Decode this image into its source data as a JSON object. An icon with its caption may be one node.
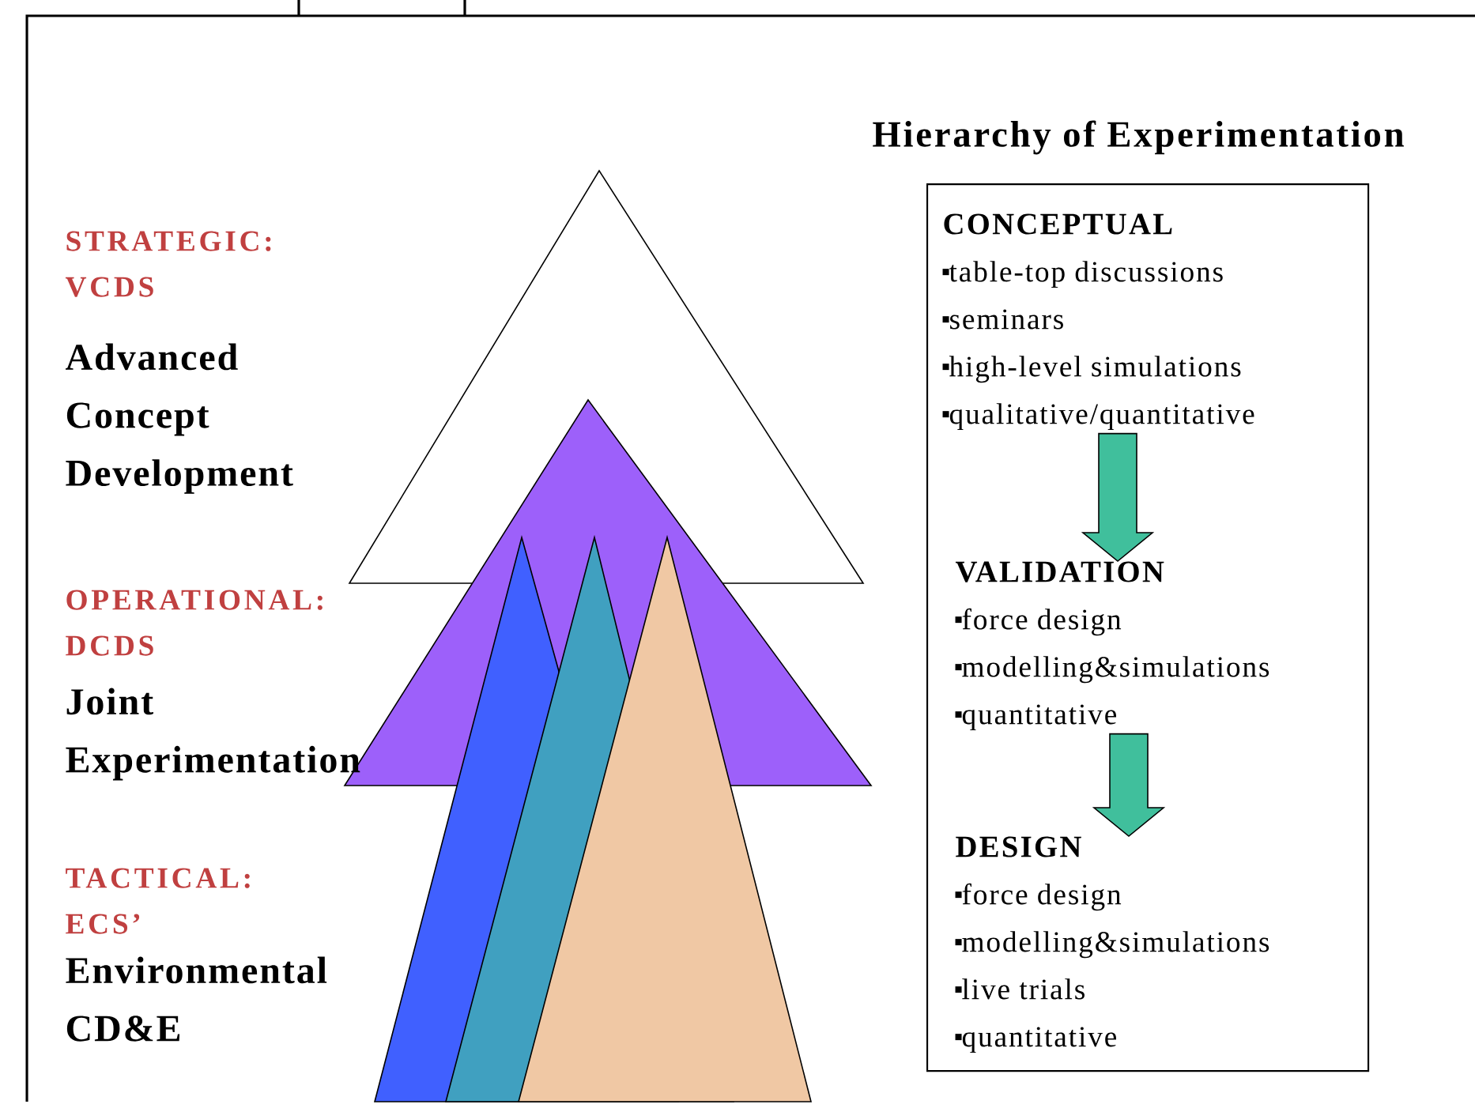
{
  "diagram": {
    "title": "Hierarchy of Experimentation",
    "nodes": [
      {
        "text": [],
        "shape": "box"
      },
      {
        "text": [
          "CONCEPTUAL",
          "table-top discussions",
          "seminars",
          "high-level simulations",
          "qualitative/quantitative"
        ],
        "in": 0
      },
      {
        "text": [
          "VALIDATION",
          "force design",
          "modelling&simulations",
          "quantitative"
        ],
        "in": 0
      },
      {
        "text": [
          "DESIGN",
          "force design",
          "modelling&simulations",
          "live trials",
          "quantitative"
        ],
        "in": 0
      }
    ],
    "edges": [
      {
        "from": 1,
        "to": 2,
        "arrow": "to"
      },
      {
        "from": 2,
        "to": 3,
        "arrow": "to"
      }
    ],
    "labels": [
      "STRATEGIC: VCDS",
      "Advanced Concept Development",
      "OPERATIONAL: DCDS",
      "Joint Experimentation",
      "TACTICAL: ECS’",
      "Environmental CD&E"
    ]
  }
}
